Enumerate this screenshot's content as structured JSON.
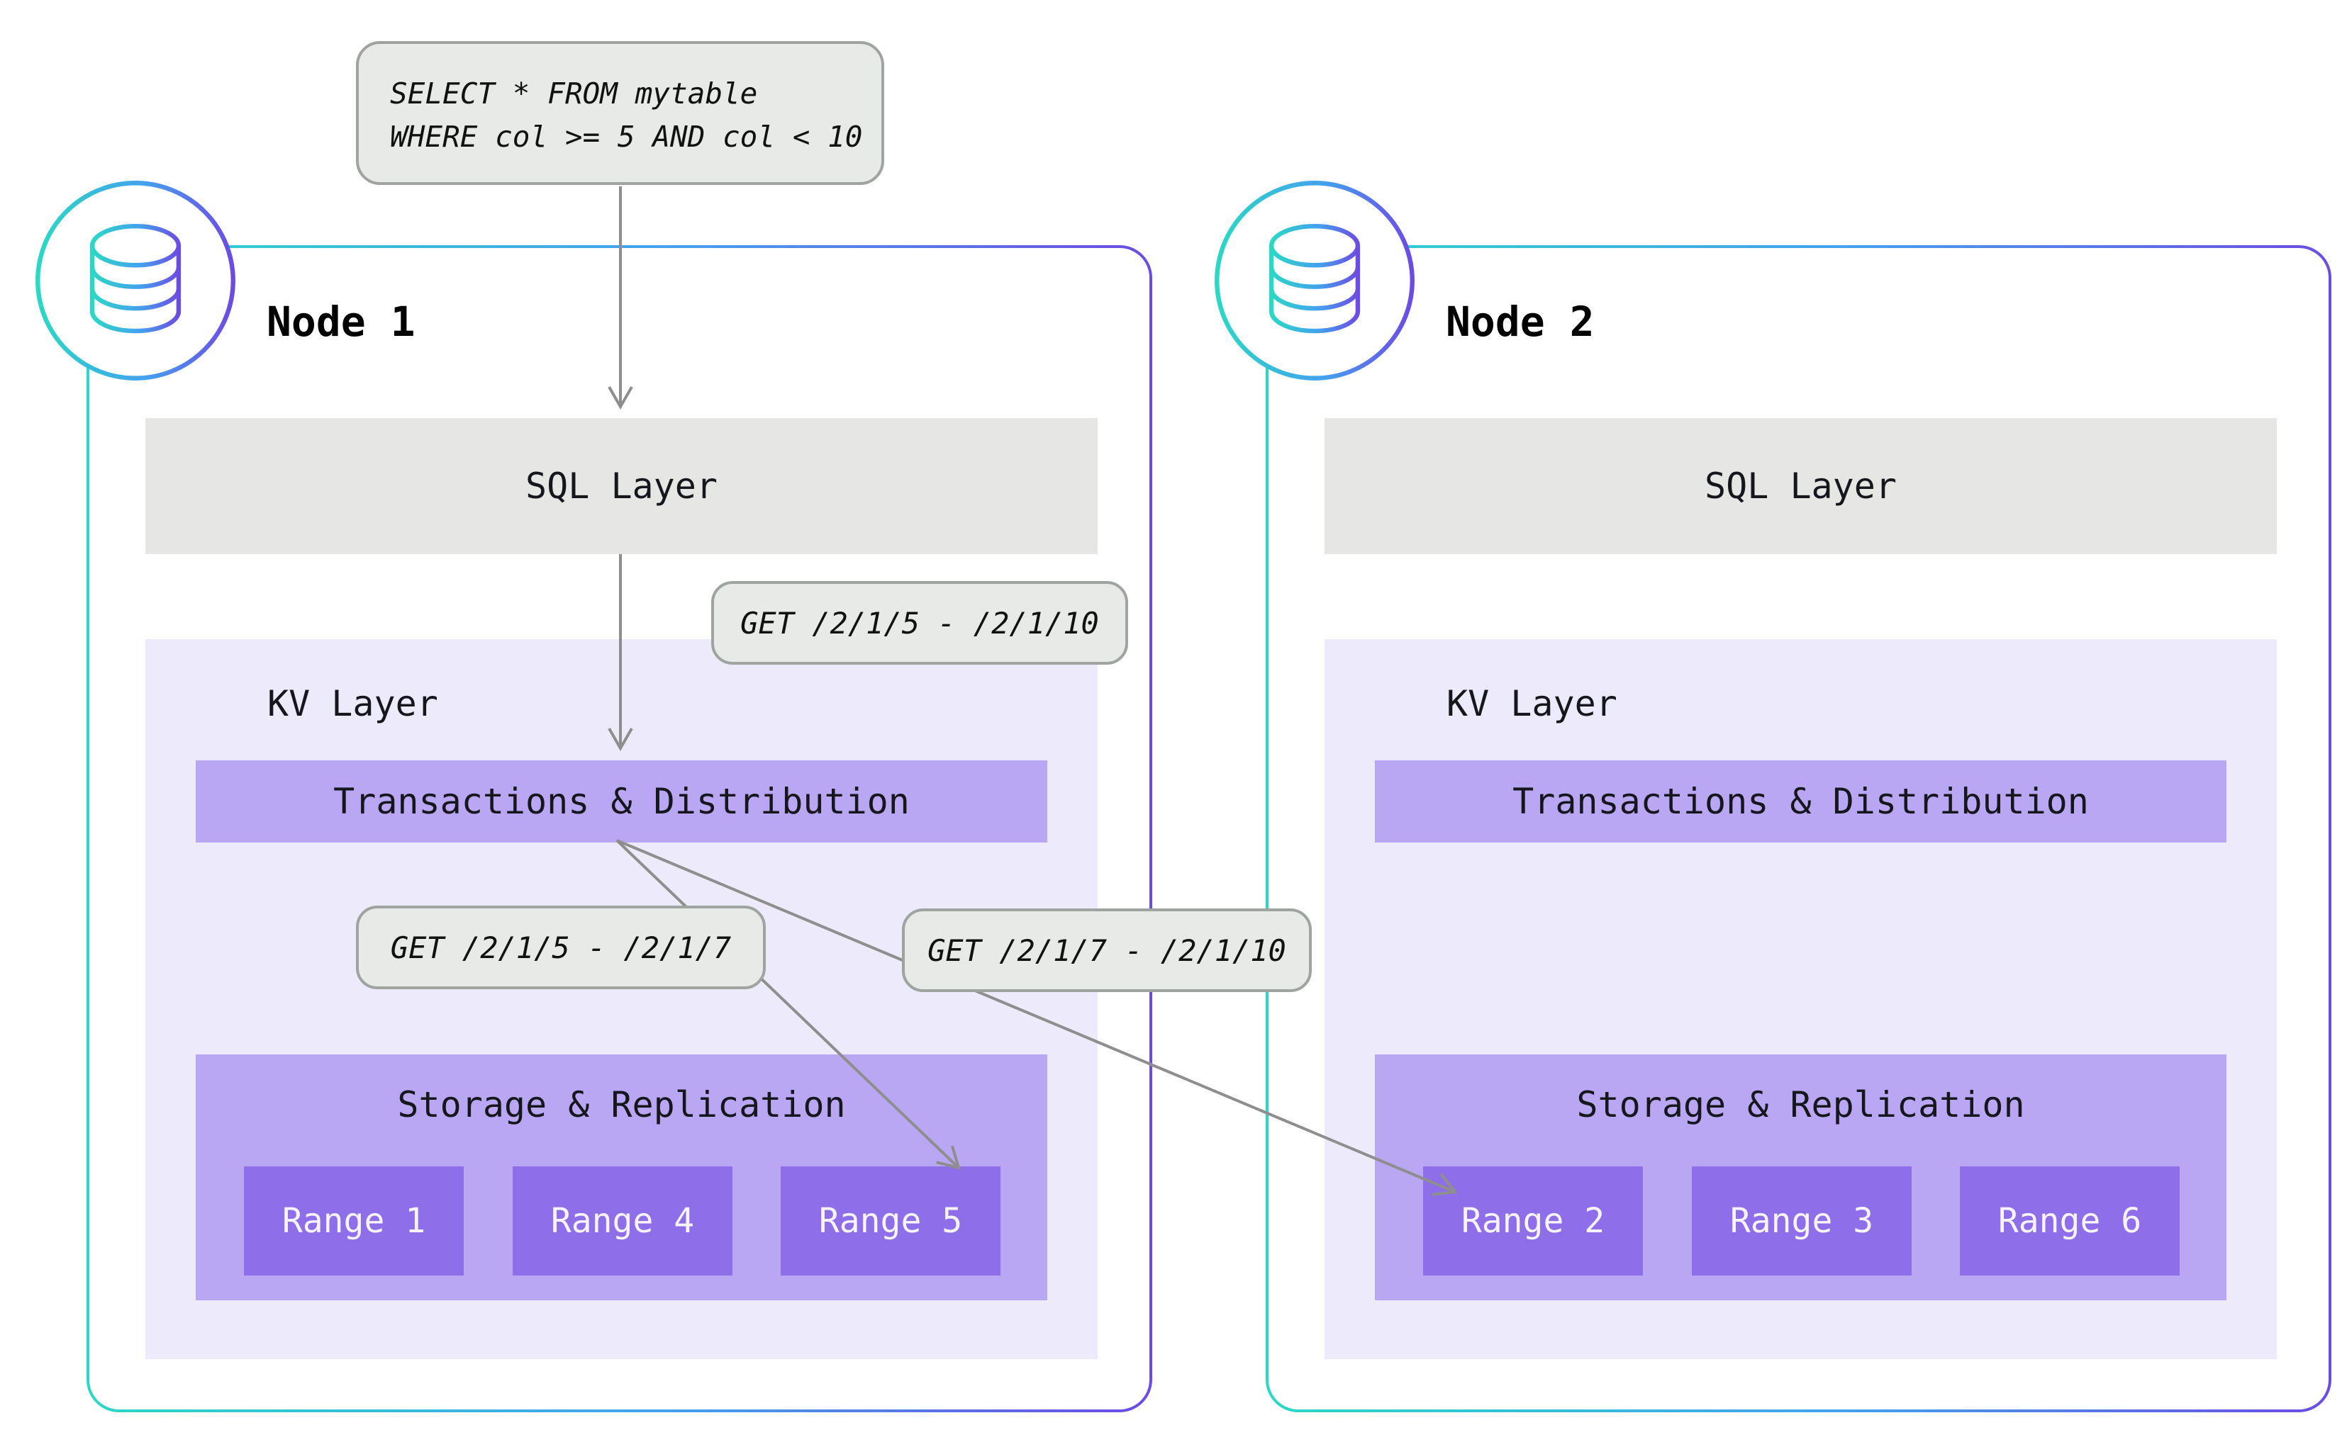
{
  "diagram": {
    "query": {
      "lines": [
        "SELECT * FROM mytable",
        "WHERE col >= 5 AND col < 10"
      ]
    },
    "kv_requests": {
      "full": "GET /2/1/5 - /2/1/10",
      "left": "GET /2/1/5 - /2/1/7",
      "right": "GET /2/1/7 - /2/1/10"
    },
    "nodes": [
      {
        "title": "Node 1",
        "icon": "database-icon",
        "sql_layer": "SQL Layer",
        "kv_layer": "KV Layer",
        "transactions": "Transactions & Distribution",
        "storage": "Storage & Replication",
        "ranges": [
          "Range 1",
          "Range 4",
          "Range 5"
        ]
      },
      {
        "title": "Node 2",
        "icon": "database-icon",
        "sql_layer": "SQL Layer",
        "kv_layer": "KV Layer",
        "transactions": "Transactions & Distribution",
        "storage": "Storage & Replication",
        "ranges": [
          "Range 2",
          "Range 3",
          "Range 6"
        ]
      }
    ],
    "colors": {
      "grad-start": "#2bd8c5",
      "grad-mid": "#44a1ef",
      "grad-end": "#6c4be2",
      "layer-gray": "#e6e7e5",
      "kv-bg": "#edeafc",
      "bar-purple": "#b9a7f3",
      "range-purple": "#8e6fe9",
      "arrow": "#8e8e8e",
      "label-fill": "#e8eae7",
      "label-border": "#a0a4a1",
      "text-dark": "#16161d",
      "range-text": "#f7f3ff"
    }
  }
}
